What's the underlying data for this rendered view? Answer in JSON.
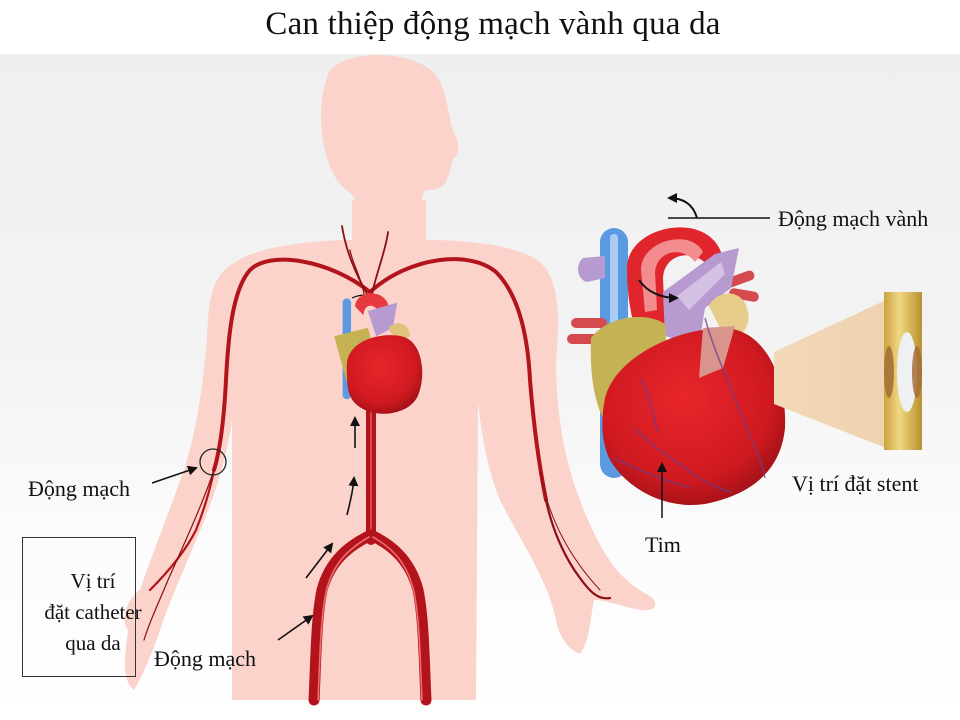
{
  "title": "Can thiệp động mạch vành qua da",
  "labels": {
    "artery_arm": "Động mạch",
    "artery_groin": "Động mạch",
    "coronary_artery": "Động mạch vành",
    "heart": "Tim",
    "stent_site": "Vị trí đặt stent"
  },
  "catheter_box": {
    "lines": [
      "Vị trí",
      "đặt catheter",
      "qua da"
    ]
  },
  "colors": {
    "skin": "#fbd3cb",
    "artery": "#b3141b",
    "heart": "#d9191f",
    "vein_blue": "#5b9ae0",
    "atrium_yellow": "#c4b254",
    "pulmonary_purple": "#b79bd0",
    "stent_gold": "#d8b552",
    "magnify_beam": "#f1d6b4"
  }
}
